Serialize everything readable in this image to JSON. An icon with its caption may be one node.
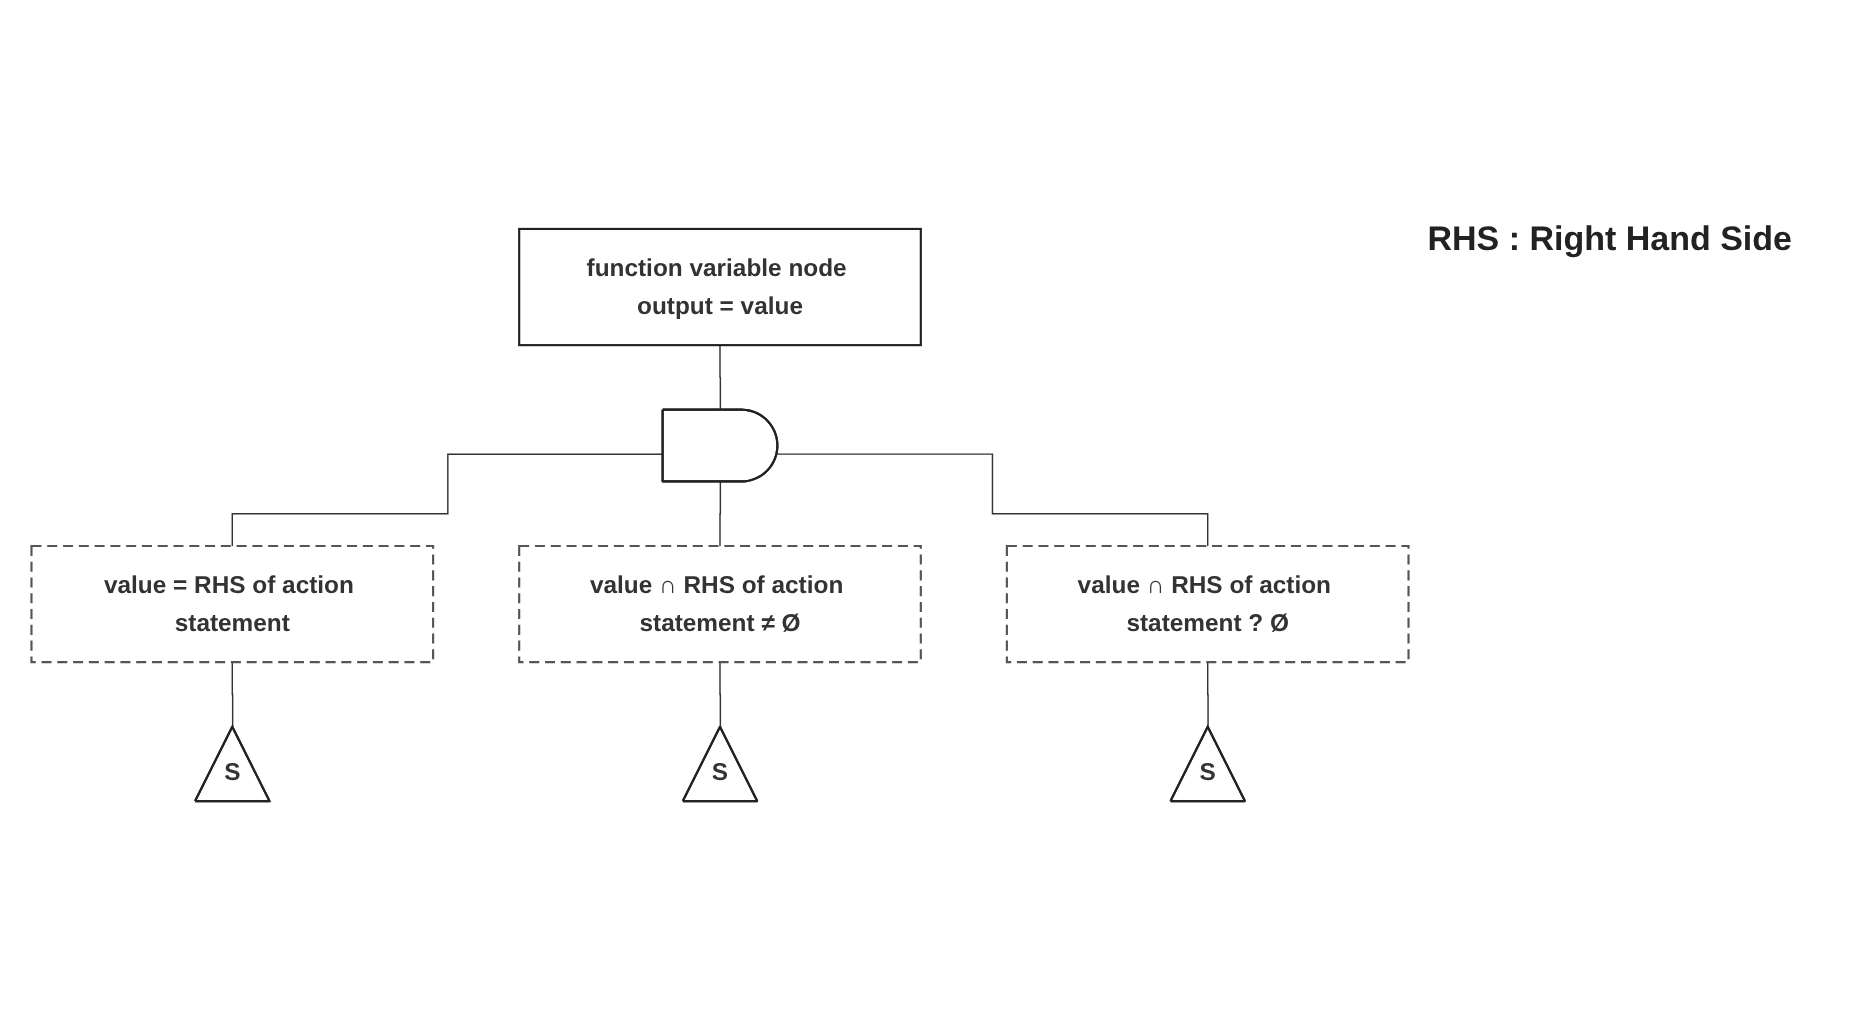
{
  "diagram": {
    "nodes": [
      {
        "text": [
          "function variable node output = value"
        ]
      },
      {
        "text": [],
        "shape": "gate"
      },
      {
        "text": [
          "value = RHS of action statement"
        ]
      },
      {
        "text": [
          "value ∩ RHS of action statement ≠ Ø"
        ]
      },
      {
        "text": [
          "value ∩ RHS of action statement ? Ø"
        ]
      },
      {
        "text": [
          "S"
        ]
      },
      {
        "text": [
          "S"
        ]
      },
      {
        "text": [
          "S"
        ]
      }
    ],
    "edges": [
      {
        "from": 0,
        "to": 1,
        "arrow": "none"
      },
      {
        "from": 1,
        "to": 2,
        "arrow": "none"
      },
      {
        "from": 1,
        "to": 3,
        "arrow": "none"
      },
      {
        "from": 1,
        "to": 4,
        "arrow": "none"
      },
      {
        "from": 2,
        "to": 5,
        "arrow": "none"
      },
      {
        "from": 3,
        "to": 6,
        "arrow": "none"
      },
      {
        "from": 4,
        "to": 7,
        "arrow": "none"
      }
    ],
    "labels": [
      "RHS : Right Hand Side"
    ]
  }
}
